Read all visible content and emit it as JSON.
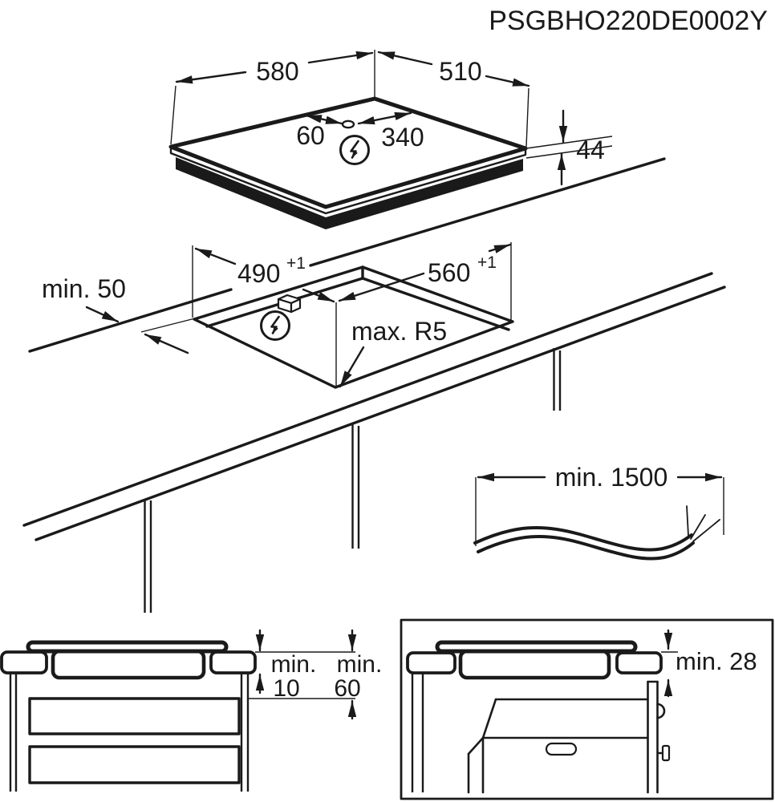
{
  "part_number": "PSGBHO220DE0002Y",
  "colors": {
    "line": "#1a1a1a",
    "background": "#ffffff"
  },
  "icons": {
    "power": "lightning-bolt-in-circle"
  },
  "top_view": {
    "width_mm": "580",
    "depth_mm": "510",
    "cable_hole_offset_mm": "60",
    "cable_hole_span_mm": "340",
    "height_mm": "44"
  },
  "cutout_view": {
    "cutout_depth_mm": "490",
    "cutout_depth_tolerance": "+1",
    "cutout_width_mm": "560",
    "cutout_width_tolerance": "+1",
    "edge_clearance": "min. 50",
    "corner_radius": "max. R5"
  },
  "cable_view": {
    "cable_length": "min. 1500"
  },
  "left_section_view": {
    "gap_label": "min.",
    "gap_value": "10",
    "depth_label": "min.",
    "depth_value": "60"
  },
  "right_section_view": {
    "clearance": "min. 28"
  }
}
